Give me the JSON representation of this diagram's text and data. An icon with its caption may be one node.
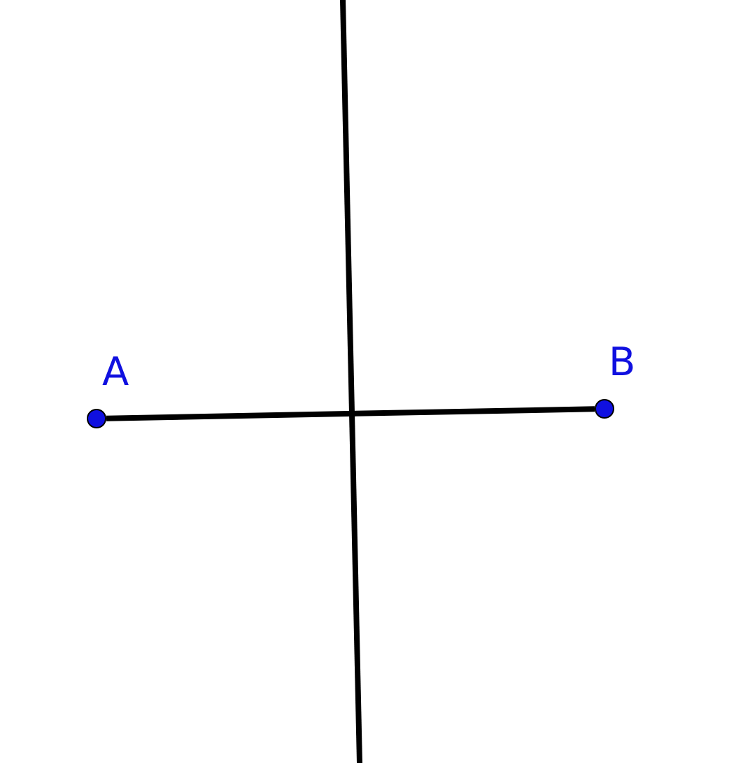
{
  "diagram": {
    "nodes": [
      {
        "text": [
          "A"
        ]
      },
      {
        "text": [
          "B"
        ]
      }
    ],
    "edges": [
      {
        "from": 0,
        "to": 1,
        "arrow": "none"
      }
    ]
  }
}
